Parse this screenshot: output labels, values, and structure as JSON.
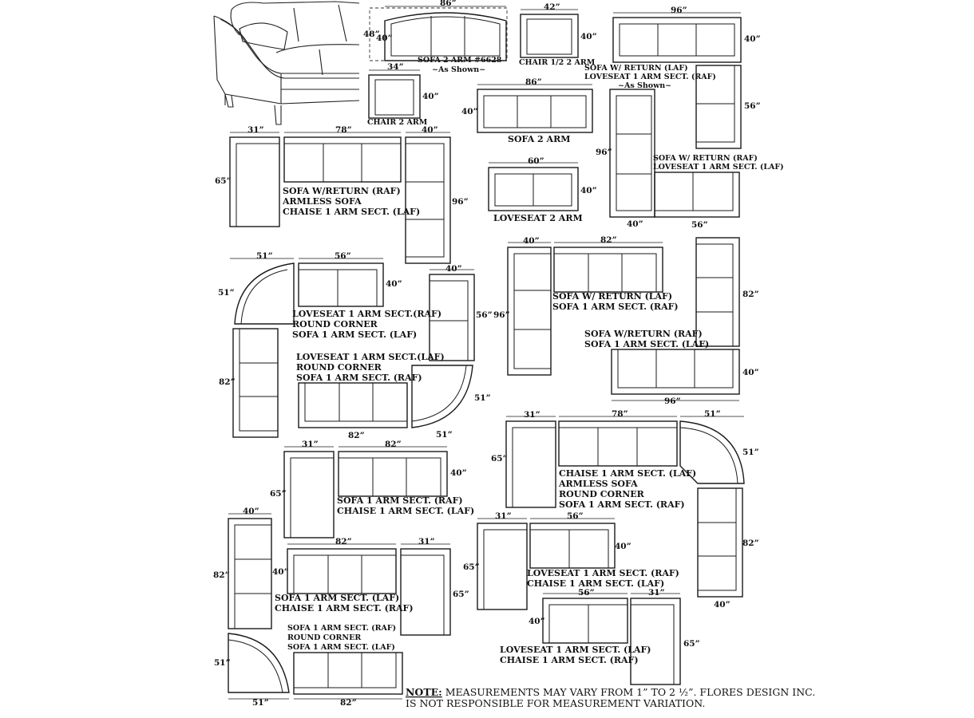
{
  "note": {
    "lead": "NOTE:",
    "line1": " MEASUREMENTS MAY VARY FROM 1” TO 2 ½”. FLORES DESIGN INC.",
    "line2": "IS NOT RESPONSIBLE FOR MEASUREMENT VARIATION."
  },
  "dims": {
    "d86a": "86”",
    "d48": "48”",
    "d40a": "40”",
    "d42": "42”",
    "d40b": "40”",
    "d96a": "96”",
    "d40c": "40”",
    "d34": "34”",
    "d40d": "40”",
    "d86b": "86”",
    "d40e": "40”",
    "d56a": "56”",
    "d96b": "96”",
    "d40f": "40”",
    "d56b": "56”",
    "d60": "60”",
    "d40g": "40”",
    "d31a": "31”",
    "d78a": "78”",
    "d40h": "40”",
    "d65a": "65”",
    "d96c": "96”",
    "d51a": "51”",
    "d56c": "56”",
    "d51b": "51”",
    "d40i": "40”",
    "d40j": "40”",
    "d56d": "56”",
    "d82a": "82”",
    "d51c": "51”",
    "d82b": "82”",
    "d51d": "51”",
    "d40k": "40”",
    "d82c": "82”",
    "d96d": "96”",
    "d82d": "82”",
    "d40l": "40”",
    "d96e": "96”",
    "d31b": "31”",
    "d78b": "78”",
    "d51e": "51”",
    "d65b": "65”",
    "d51f": "51”",
    "d82e": "82”",
    "d40m": "40”",
    "d31c": "31”",
    "d82f": "82”",
    "d65c": "65”",
    "d40n": "40”",
    "d40o": "40”",
    "d82g": "82”",
    "d82h": "82”",
    "d31d": "31”",
    "d40p": "40”",
    "d65d": "65”",
    "d31e": "31”",
    "d56e": "56”",
    "d65e": "65”",
    "d40q": "40”",
    "d56f": "56”",
    "d31f": "31”",
    "d40r": "40”",
    "d65f": "65”",
    "d51g": "51”",
    "d51h": "51”",
    "d82i": "82”"
  },
  "labels": {
    "sofa_2arm_6628": "SOFA 2 ARM #6628",
    "as_shown_1": "~As Shown~",
    "chair_half": "CHAIR 1/2  2 ARM",
    "sofa_return_laf": "SOFA W/ RETURN (LAF)",
    "loveseat_1arm_raf": "LOVESEAT 1 ARM SECT. (RAF)",
    "as_shown_2": "~As Shown~",
    "chair_2arm": "CHAIR 2 ARM",
    "sofa_2arm": "SOFA 2 ARM",
    "sofa_return_raf_s": "SOFA W/ RETURN (RAF)",
    "loveseat_1arm_laf_s": "LOVESEAT  1 ARM SECT. (LAF)",
    "loveseat_2arm": "LOVESEAT 2 ARM",
    "g1_l1": "SOFA W/RETURN (RAF)",
    "g1_l2": "ARMLESS SOFA",
    "g1_l3": "CHAISE 1 ARM SECT. (LAF)",
    "g2_l1": "LOVESEAT 1 ARM SECT.(RAF)",
    "g2_l2": "ROUND CORNER",
    "g2_l3": "SOFA 1 ARM SECT. (LAF)",
    "g3_l1": "LOVESEAT 1 ARM SECT.(LAF)",
    "g3_l2": "ROUND CORNER",
    "g3_l3": "SOFA 1 ARM SECT. (RAF)",
    "g4_l1": "SOFA W/  RETURN  (LAF)",
    "g4_l2": "SOFA 1 ARM SECT. (RAF)",
    "g5_l1": "SOFA W/RETURN (RAF)",
    "g5_l2": "SOFA 1 ARM SECT. (LAF)",
    "g6_l1": "CHAISE 1 ARM SECT. (LAF)",
    "g6_l2": "ARMLESS SOFA",
    "g6_l3": "ROUND CORNER",
    "g6_l4": "SOFA 1 ARM SECT. (RAF)",
    "g7_l1": "SOFA 1 ARM SECT. (RAF)",
    "g7_l2": "CHAISE 1 ARM SECT. (LAF)",
    "g8_l1": "SOFA 1 ARM SECT. (LAF)",
    "g8_l2": "CHAISE 1 ARM SECT. (RAF)",
    "g9_l1": "LOVESEAT 1 ARM SECT. (RAF)",
    "g9_l2": "CHAISE 1 ARM SECT. (LAF)",
    "g10_l1": "SOFA 1 ARM SECT. (RAF)",
    "g10_l2": "ROUND CORNER",
    "g10_l3": "SOFA 1 ARM SECT. (LAF)",
    "g11_l1": "LOVESEAT 1 ARM SECT. (LAF)",
    "g11_l2": "CHAISE 1 ARM SECT. (RAF)"
  }
}
